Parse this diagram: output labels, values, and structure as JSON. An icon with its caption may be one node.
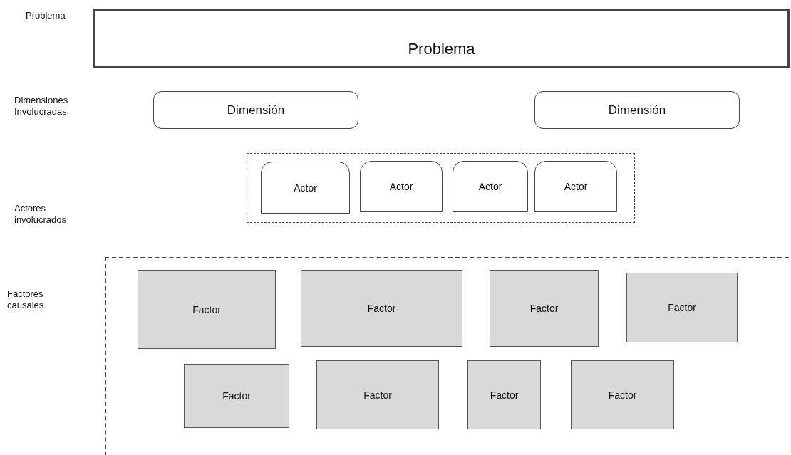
{
  "diagram": {
    "nodes": [
      {
        "text": [
          "Problema"
        ]
      },
      {
        "text": [
          "Dimensión"
        ]
      },
      {
        "text": [
          "Dimensión"
        ]
      },
      {
        "text": [],
        "shape": "box"
      },
      {
        "text": [
          "Actor"
        ],
        "in": 3
      },
      {
        "text": [
          "Actor"
        ],
        "in": 3
      },
      {
        "text": [
          "Actor"
        ],
        "in": 3
      },
      {
        "text": [
          "Actor"
        ],
        "in": 3
      },
      {
        "text": [],
        "shape": "box"
      },
      {
        "text": [
          "Factor"
        ],
        "in": 8
      },
      {
        "text": [
          "Factor"
        ],
        "in": 8
      },
      {
        "text": [
          "Factor"
        ],
        "in": 8
      },
      {
        "text": [
          "Factor"
        ],
        "in": 8
      },
      {
        "text": [
          "Factor"
        ],
        "in": 8
      },
      {
        "text": [
          "Factor"
        ],
        "in": 8
      },
      {
        "text": [
          "Factor"
        ],
        "in": 8
      },
      {
        "text": [
          "Factor"
        ],
        "in": 8
      }
    ],
    "labels": [
      "Problema",
      "Dimensiones Involucradas",
      "Actores involucrados",
      "Factores causales"
    ]
  }
}
